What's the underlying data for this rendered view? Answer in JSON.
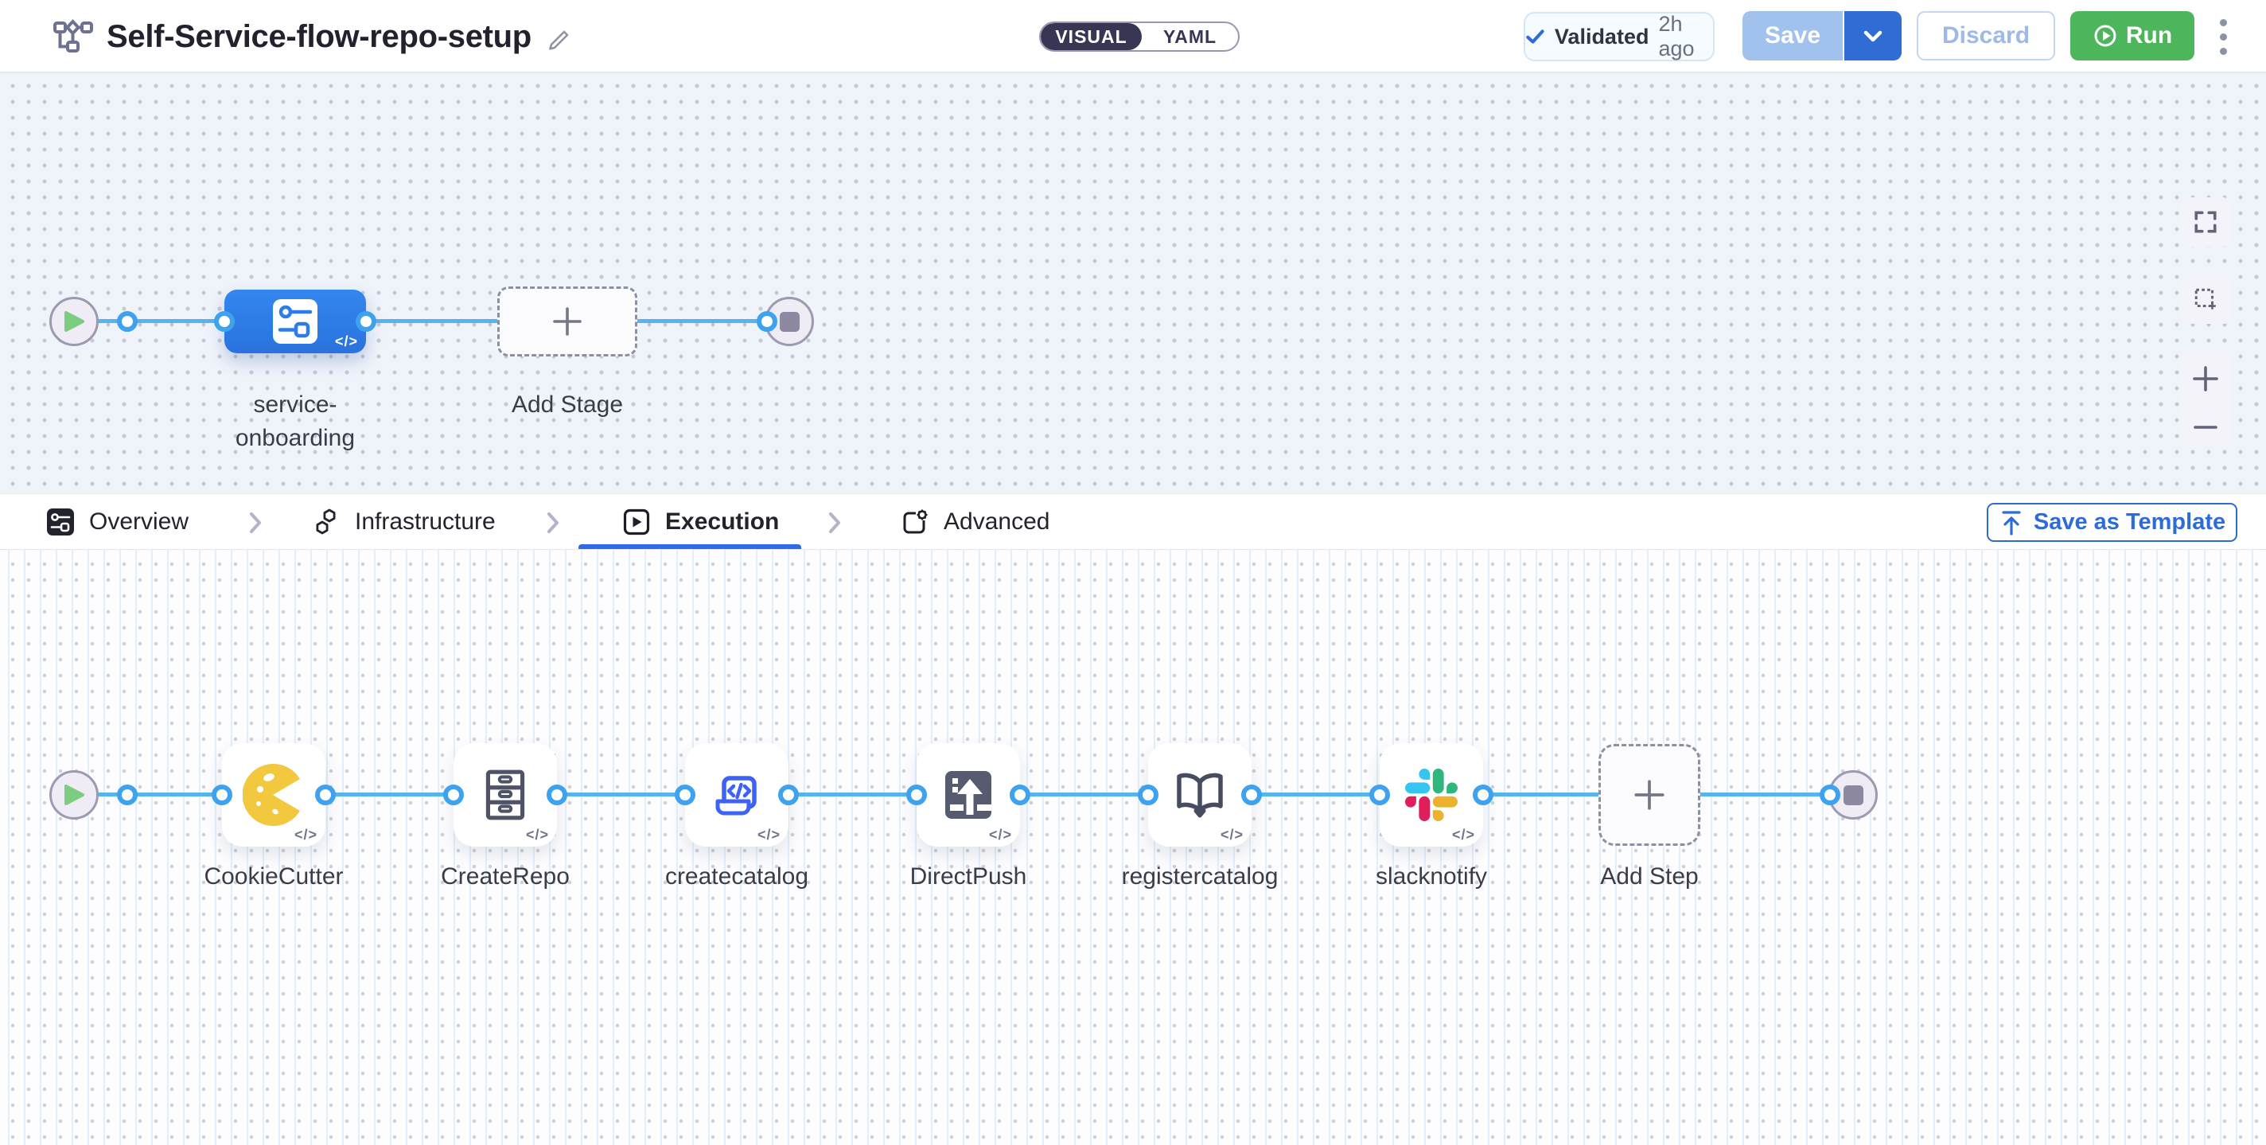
{
  "header": {
    "title": "Self-Service-flow-repo-setup",
    "mode": {
      "visual": "VISUAL",
      "yaml": "YAML"
    },
    "validated": {
      "label": "Validated",
      "time": "2h ago"
    },
    "actions": {
      "save": "Save",
      "discard": "Discard",
      "run": "Run"
    }
  },
  "stage_canvas": {
    "stage_label": "service-onboarding",
    "add_stage_label": "Add Stage"
  },
  "tabs": {
    "items": [
      {
        "label": "Overview"
      },
      {
        "label": "Infrastructure"
      },
      {
        "label": "Execution",
        "active": true
      },
      {
        "label": "Advanced"
      }
    ],
    "save_as_template": "Save as Template"
  },
  "execution_canvas": {
    "steps": [
      {
        "label": "CookieCutter",
        "icon": "cookiecutter"
      },
      {
        "label": "CreateRepo",
        "icon": "drawers"
      },
      {
        "label": "createcatalog",
        "icon": "code-scroll"
      },
      {
        "label": "DirectPush",
        "icon": "upload-square"
      },
      {
        "label": "registercatalog",
        "icon": "open-book"
      },
      {
        "label": "slacknotify",
        "icon": "slack"
      }
    ],
    "add_step_label": "Add Step"
  },
  "badges": {
    "code": "</>"
  },
  "colors": {
    "accent_blue": "#2e6bd6",
    "stage_blue": "#2d7ce8",
    "connector_line": "#56b5ef",
    "port_ring": "#3ea2ef",
    "run_green": "#4db55c",
    "save_disabled": "#a1c2ec",
    "toggle_dark": "#373754",
    "slack_blue": "#36C5F0",
    "slack_green": "#2EB67D",
    "slack_red": "#E01E5A",
    "slack_yellow": "#ECB22E",
    "cookie_yellow": "#F2C83F"
  }
}
